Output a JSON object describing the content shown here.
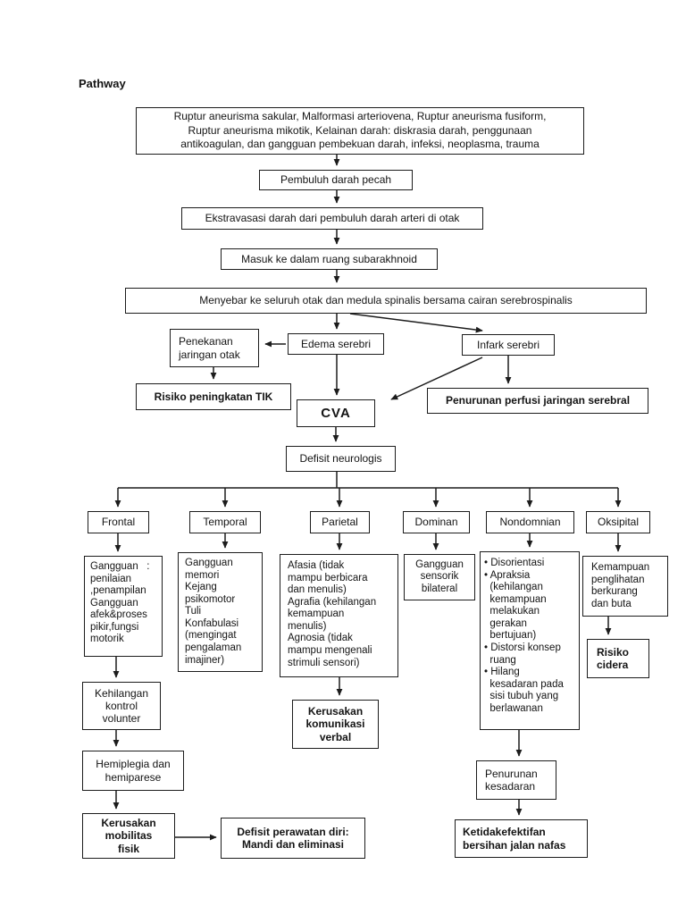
{
  "page": {
    "title": "Pathway"
  },
  "colors": {
    "ink": "#1c1c1c",
    "background": "#ffffff"
  },
  "nodes": {
    "causes": "Ruptur aneurisma sakular, Malformasi arteriovena, Ruptur aneurisma fusiform,\nRuptur aneurisma mikotik, Kelainan darah: diskrasia darah, penggunaan\nantikoagulan, dan gangguan pembekuan darah, infeksi, neoplasma, trauma",
    "pembuluh": "Pembuluh darah pecah",
    "ekstravasasi": "Ekstravasasi darah dari pembuluh darah arteri di otak",
    "masuk": "Masuk ke dalam ruang subarakhnoid",
    "menyebar": "Menyebar ke seluruh otak dan medula spinalis bersama cairan serebrospinalis",
    "penekanan": "Penekanan\njaringan otak",
    "edema": "Edema serebri",
    "infark": "Infark serebri",
    "risiko_tik": "Risiko peningkatan TIK",
    "cva": "CVA",
    "perfusi": "Penurunan perfusi jaringan serebral",
    "defisit_neuro": "Defisit neurologis",
    "lobes": {
      "frontal": "Frontal",
      "temporal": "Temporal",
      "parietal": "Parietal",
      "dominan": "Dominan",
      "nondomnian": "Nondomnian",
      "oksipital": "Oksipital"
    },
    "frontal_effects": "Gangguan   :\npenilaian\n,penampilan\nGangguan\nafek&proses\npikir,fungsi\nmotorik",
    "temporal_effects": "Gangguan\nmemori\nKejang\npsikomotor\nTuli\nKonfabulasi\n(mengingat\npengalaman\nimajiner)",
    "parietal_effects": "Afasia (tidak\nmampu berbicara\ndan menulis)\nAgrafia (kehilangan\nkemampuan\nmenulis)\nAgnosia (tidak\nmampu mengenali\nstrimuli sensori)",
    "dominan_effects": "Gangguan\nsensorik\nbilateral",
    "nondomnian_effects": "• Disorientasi\n• Apraksia\n  (kehilangan\n  kemampuan\n  melakukan\n  gerakan\n  bertujuan)\n• Distorsi konsep\n  ruang\n• Hilang\n  kesadaran pada\n  sisi tubuh yang\n  berlawanan",
    "oksipital_effects": "Kemampuan\npenglihatan\nberkurang\ndan buta",
    "kehilangan": "Kehilangan\nkontrol\nvolunter",
    "hemiplegia": "Hemiplegia dan\nhemiparese",
    "mobilitas": "Kerusakan\nmobilitas\nfisik",
    "perawatan": "Defisit perawatan diri:\nMandi dan eliminasi",
    "komunikasi": "Kerusakan\nkomunikasi\nverbal",
    "kesadaran": "Penurunan\nkesadaran",
    "nafas": "Ketidakefektifan\nbersihan jalan nafas",
    "cidera": "Risiko\ncidera"
  }
}
